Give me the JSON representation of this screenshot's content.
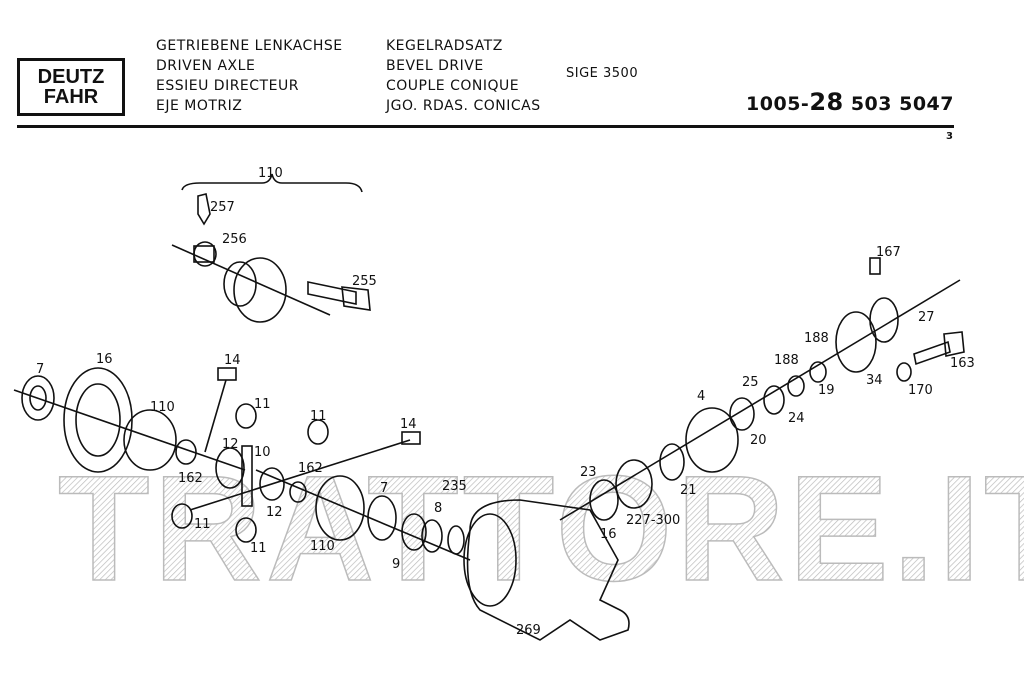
{
  "logo": {
    "line1": "DEUTZ",
    "line2": "FAHR"
  },
  "title_de": [
    "GETRIEBENE LENKACHSE",
    "KEGELRADSATZ"
  ],
  "title_en": [
    "DRIVEN AXLE",
    "BEVEL DRIVE"
  ],
  "title_fr": [
    "ESSIEU DIRECTEUR",
    "COUPLE CONIQUE"
  ],
  "title_es": [
    "EJE MOTRIZ",
    "JGO. RDAS. CONICAS"
  ],
  "model": "SIGE 3500",
  "part_number": {
    "prefix": "1005-",
    "group": "28",
    "suffix": " 503 5047"
  },
  "page": "3",
  "watermark": "TRATTORE.IT",
  "callouts": [
    {
      "id": "c110a",
      "text": "110"
    },
    {
      "id": "c257",
      "text": "257"
    },
    {
      "id": "c256",
      "text": "256"
    },
    {
      "id": "c255",
      "text": "255"
    },
    {
      "id": "c167",
      "text": "167"
    },
    {
      "id": "c27",
      "text": "27"
    },
    {
      "id": "c188a",
      "text": "188"
    },
    {
      "id": "c163",
      "text": "163"
    },
    {
      "id": "c188b",
      "text": "188"
    },
    {
      "id": "c25",
      "text": "25"
    },
    {
      "id": "c19",
      "text": "19"
    },
    {
      "id": "c34",
      "text": "34"
    },
    {
      "id": "c170",
      "text": "170"
    },
    {
      "id": "c4",
      "text": "4"
    },
    {
      "id": "c24",
      "text": "24"
    },
    {
      "id": "c20",
      "text": "20"
    },
    {
      "id": "c7a",
      "text": "7"
    },
    {
      "id": "c16a",
      "text": "16"
    },
    {
      "id": "c14a",
      "text": "14"
    },
    {
      "id": "c110b",
      "text": "110"
    },
    {
      "id": "c11a",
      "text": "11"
    },
    {
      "id": "c11b",
      "text": "11"
    },
    {
      "id": "c14b",
      "text": "14"
    },
    {
      "id": "c12a",
      "text": "12"
    },
    {
      "id": "c10",
      "text": "10"
    },
    {
      "id": "c162a",
      "text": "162"
    },
    {
      "id": "c162b",
      "text": "162"
    },
    {
      "id": "c12b",
      "text": "12"
    },
    {
      "id": "c11c",
      "text": "11"
    },
    {
      "id": "c11d",
      "text": "11"
    },
    {
      "id": "c7b",
      "text": "7"
    },
    {
      "id": "c235",
      "text": "235"
    },
    {
      "id": "c8",
      "text": "8"
    },
    {
      "id": "c9",
      "text": "9"
    },
    {
      "id": "c110c",
      "text": "110"
    },
    {
      "id": "c23",
      "text": "23"
    },
    {
      "id": "c21",
      "text": "21"
    },
    {
      "id": "c16b",
      "text": "16"
    },
    {
      "id": "c227",
      "text": "227-300"
    },
    {
      "id": "c269",
      "text": "269"
    }
  ]
}
